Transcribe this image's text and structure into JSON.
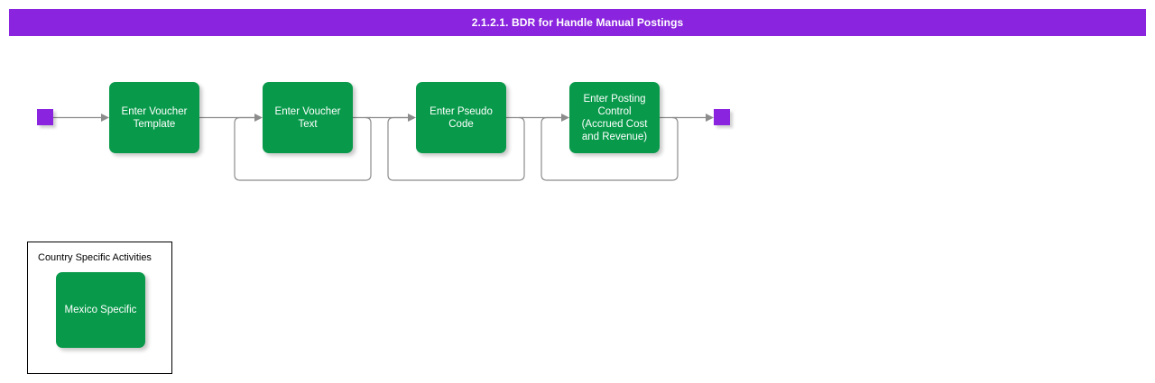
{
  "header": {
    "title": "2.1.2.1. BDR for Handle Manual Postings",
    "background_color": "#8a24de",
    "text_color": "#ffffff"
  },
  "colors": {
    "process_green": "#089a4a",
    "terminator_purple": "#8a24de",
    "connector_gray": "#8c8c8c",
    "group_border": "#000000"
  },
  "flow": {
    "start_node": {
      "name": "start-terminator",
      "shape": "square",
      "color": "#8a24de"
    },
    "end_node": {
      "name": "end-terminator",
      "shape": "square",
      "color": "#8a24de"
    },
    "steps": [
      {
        "id": "step-1",
        "label": "Enter Voucher\nTemplate",
        "has_loop_back": false
      },
      {
        "id": "step-2",
        "label": "Enter Voucher\nText",
        "has_loop_back": true
      },
      {
        "id": "step-3",
        "label": "Enter Pseudo\nCode",
        "has_loop_back": true
      },
      {
        "id": "step-4",
        "label": "Enter Posting\nControl\n(Accrued Cost\nand Revenue)",
        "has_loop_back": true
      }
    ]
  },
  "country_specific": {
    "group_title": "Country Specific Activities",
    "items": [
      {
        "id": "mexico-specific",
        "label": "Mexico Specific"
      }
    ]
  }
}
